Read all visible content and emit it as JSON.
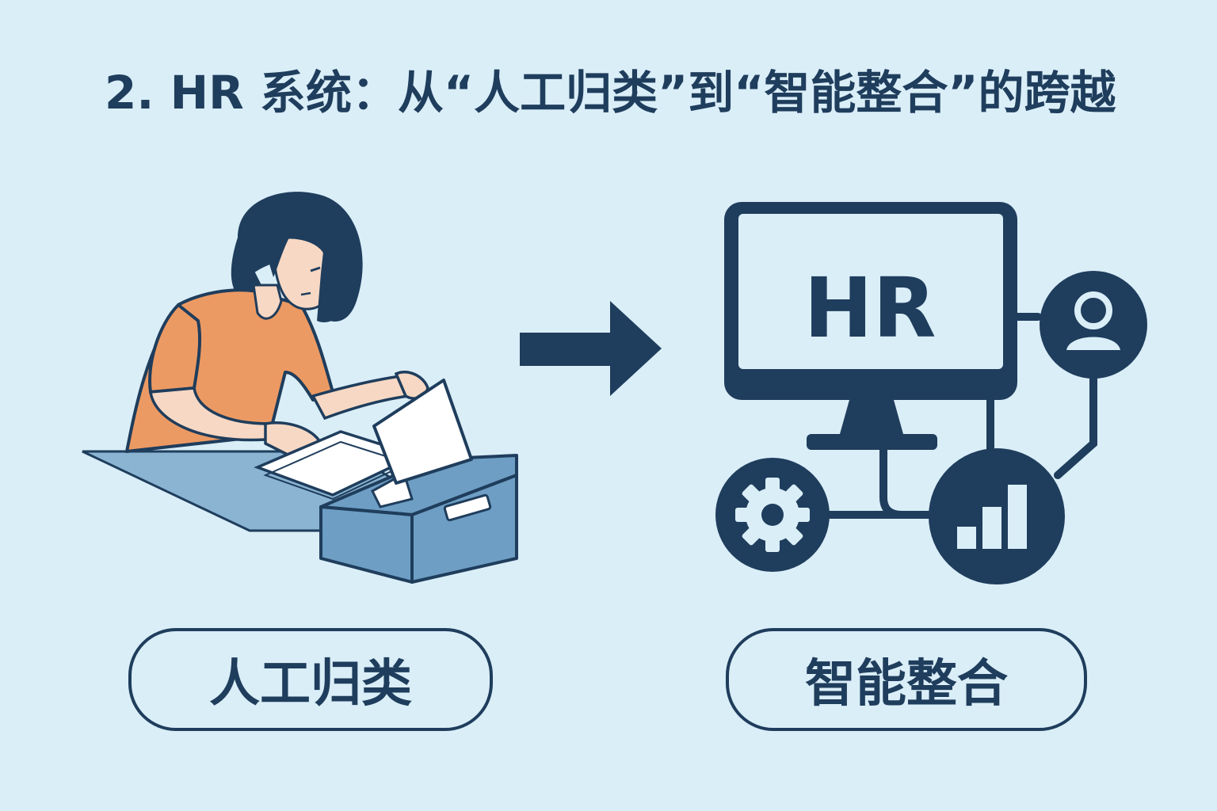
{
  "title": "2. HR 系统：从“人工归类”到“智能整合”的跨越",
  "left_label": "人工归类",
  "right_label": "智能整合",
  "monitor_text": "HR",
  "icons": [
    "woman-filing-illustration",
    "arrow-right-icon",
    "monitor-icon",
    "user-icon",
    "gear-icon",
    "bar-chart-icon"
  ],
  "colors": {
    "background": "#daeef8",
    "navy": "#1f3d5c",
    "shirt": "#ec9a63",
    "desk": "#8ab4d2",
    "box": "#6e9ec4"
  }
}
